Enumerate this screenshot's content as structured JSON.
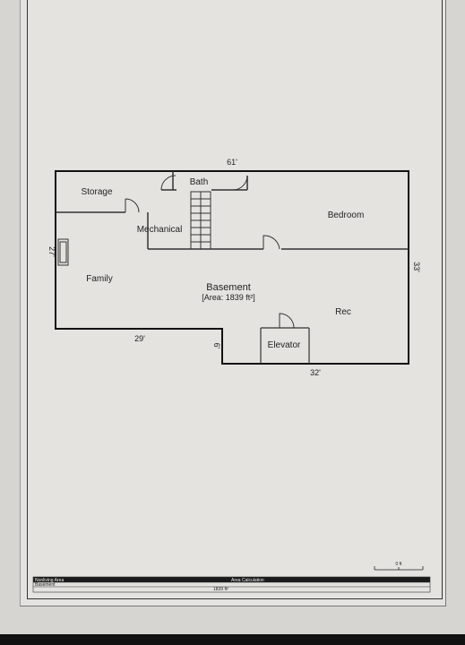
{
  "plan": {
    "dimensions": {
      "top": "61'",
      "left": "27'",
      "right": "33'",
      "bottom_left": "29'",
      "step": "6'",
      "bottom_right": "32'"
    },
    "rooms": {
      "storage": "Storage",
      "bath": "Bath",
      "bedroom": "Bedroom",
      "mechanical": "Mechanical",
      "family": "Family",
      "basement": "Basement",
      "basement_area": "[Area: 1839 ft²]",
      "rec": "Rec",
      "elevator": "Elevator"
    }
  },
  "scale_label": "0 ft",
  "area_table": {
    "col1_header": "Nonliving Area",
    "col2_header": "Area Calculation",
    "row_label": "Basement",
    "row_value": "1839 ft²"
  }
}
